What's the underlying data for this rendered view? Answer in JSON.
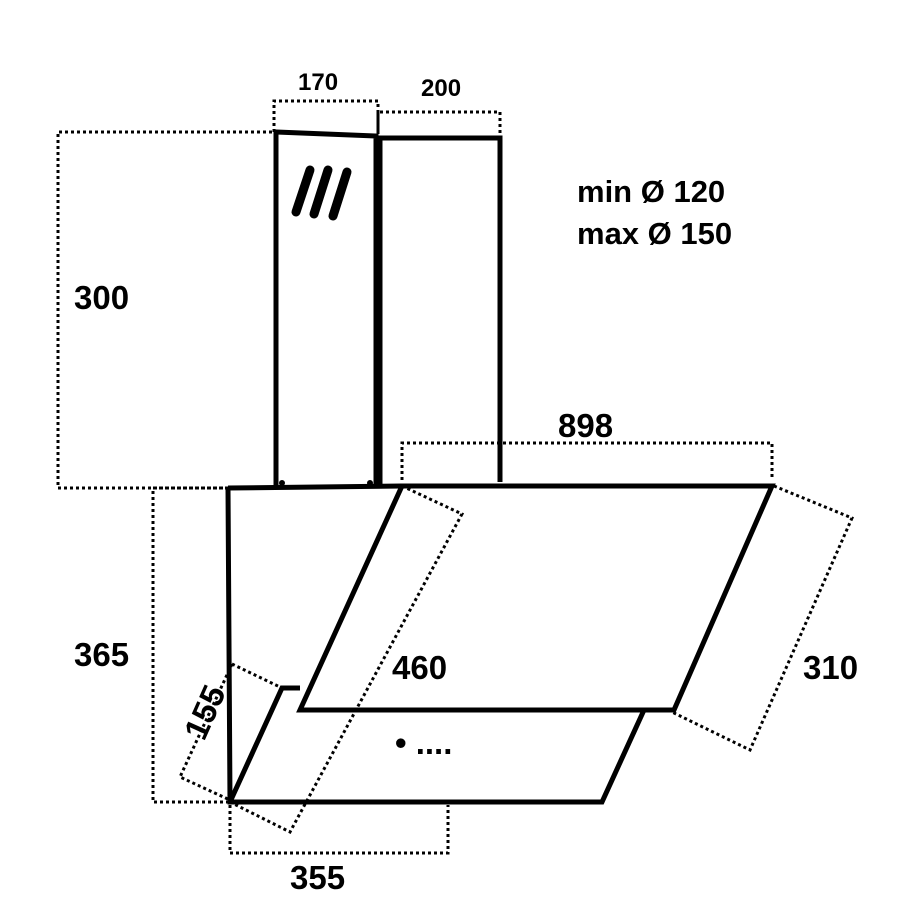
{
  "dimensions": {
    "chimney_front_width": "170",
    "chimney_side_width": "200",
    "chimney_height": "300",
    "hood_width": "898",
    "hood_height": "365",
    "glass_panel_length": "460",
    "panel_depth": "310",
    "bottom_edge": "155",
    "hood_depth": "355"
  },
  "duct": {
    "min_label": "min Ø 120",
    "max_label": "max Ø 150"
  },
  "controls_label": "• ....",
  "colors": {
    "line": "#000000",
    "background": "#ffffff"
  }
}
